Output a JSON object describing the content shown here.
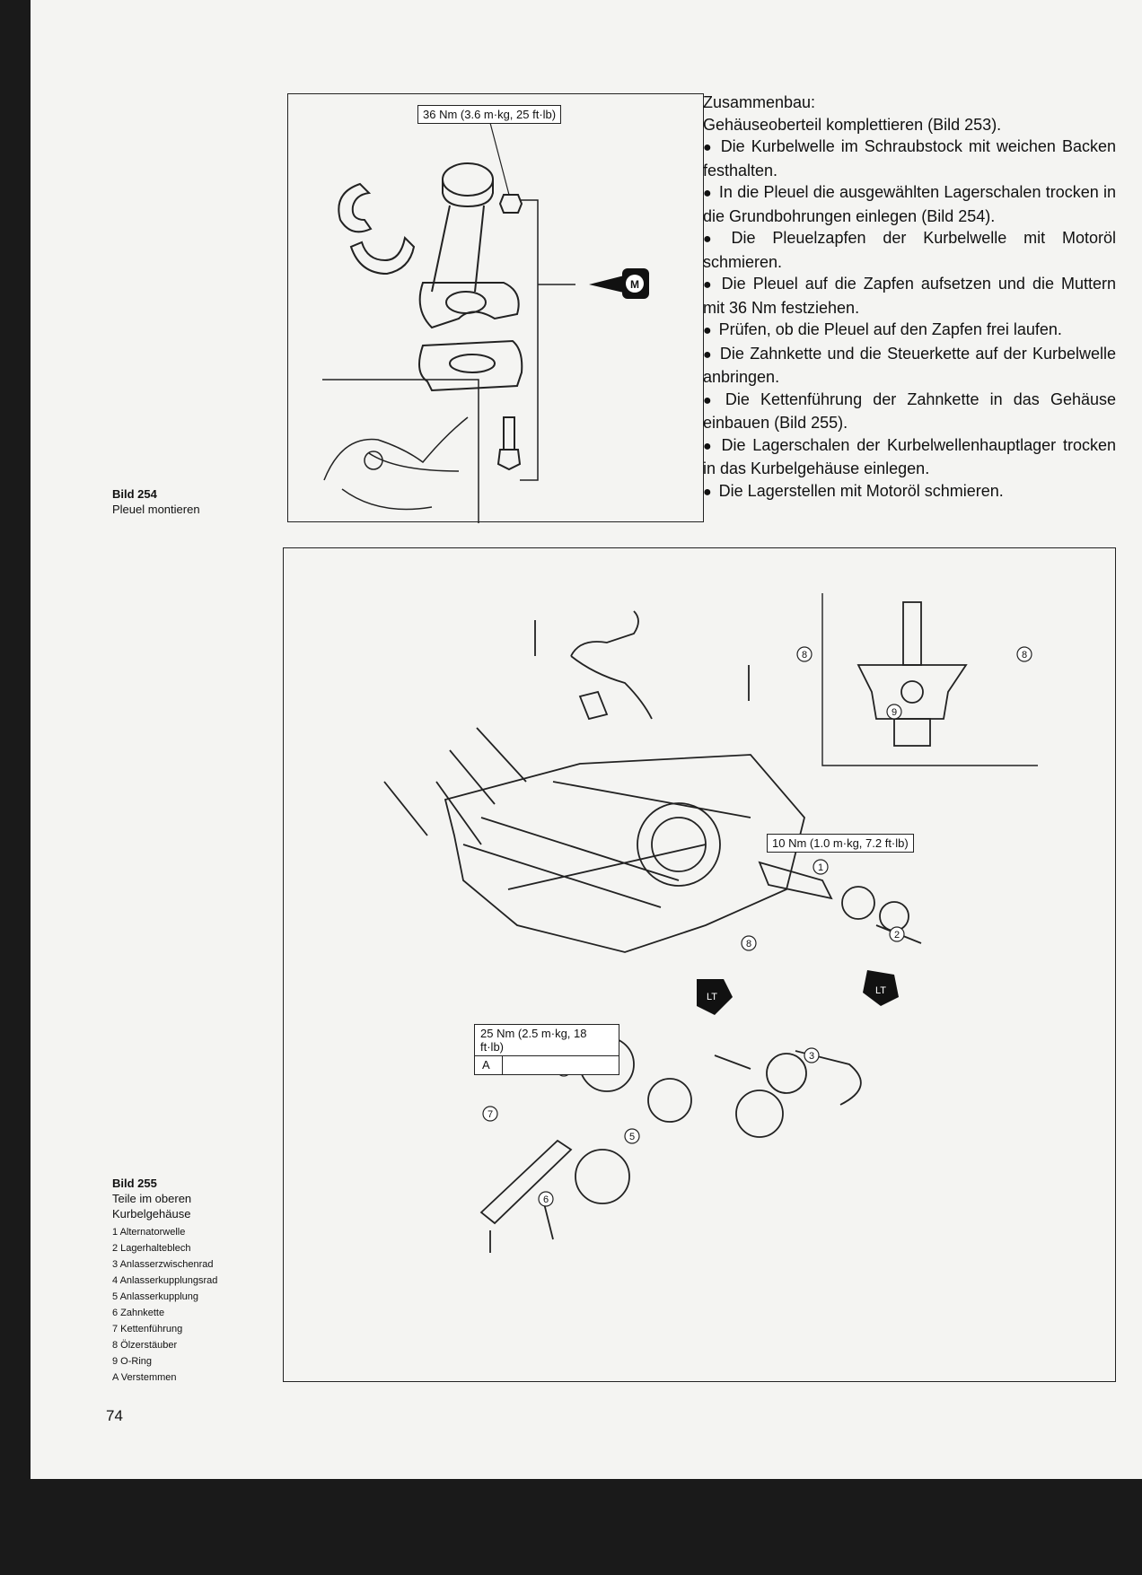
{
  "page_number": "74",
  "figures": [
    {
      "label": "Bild 254",
      "caption": "Pleuel montieren",
      "torque": "36 Nm (3.6 m·kg, 25 ft·lb)",
      "symbol": "M"
    },
    {
      "label": "Bild 255",
      "caption_lines": [
        "Teile im oberen",
        "Kurbelgehäuse"
      ],
      "torque_1": "10 Nm (1.0 m·kg, 7.2 ft·lb)",
      "torque_2": "25 Nm (2.5 m·kg, 18 ft·lb)",
      "torque_2_code": "A",
      "symbol": "LT",
      "callouts": [
        "1",
        "2",
        "3",
        "4",
        "5",
        "6",
        "7",
        "8",
        "9"
      ],
      "legend": [
        "1 Alternatorwelle",
        "2 Lagerhalteblech",
        "3 Anlasserzwischenrad",
        "4 Anlasserkupplungsrad",
        "5 Anlasserkupplung",
        "6 Zahnkette",
        "7 Kettenführung",
        "8 Ölzerstäuber",
        "9 O-Ring",
        "A Verstemmen"
      ]
    }
  ],
  "text": {
    "heading": "Zusammenbau:",
    "intro": "Gehäuseoberteil komplettieren (Bild 253).",
    "bullets": [
      "Die Kurbelwelle im Schraubstock mit weichen Backen festhalten.",
      "In die Pleuel die ausgewählten Lagerschalen trocken in die Grundbohrungen einlegen (Bild 254).",
      "Die Pleuelzapfen der Kurbelwelle mit Motoröl schmieren.",
      "Die Pleuel auf die Zapfen aufsetzen und die Muttern mit 36 Nm festziehen.",
      "Prüfen, ob die Pleuel auf den Zapfen frei laufen.",
      "Die Zahnkette und die Steuerkette auf der Kurbelwelle anbringen.",
      "Die Kettenführung der Zahnkette in das Gehäuse einbauen (Bild 255).",
      "Die Lagerschalen der Kurbelwellenhauptlager trocken in das Kurbelgehäuse einlegen.",
      "Die Lagerstellen mit Motoröl schmieren."
    ]
  }
}
